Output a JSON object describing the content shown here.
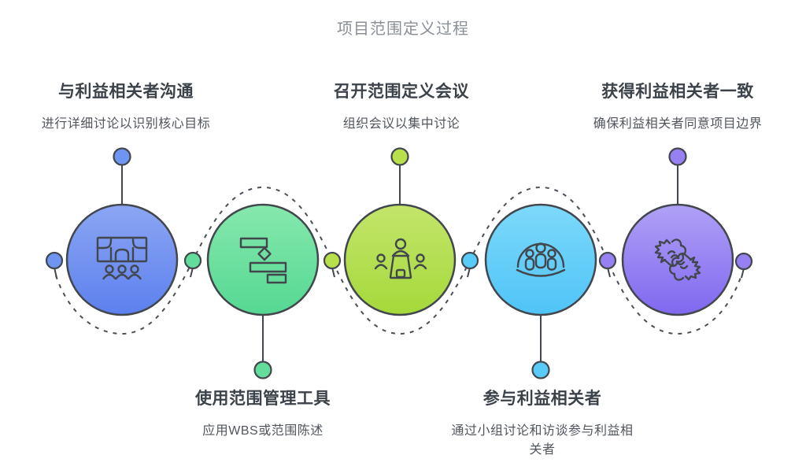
{
  "title": "项目范围定义过程",
  "colors": {
    "outline": "#42474E",
    "dashed_line": "#4A4F56",
    "title_text": "#8A9097",
    "heading_text": "#3C424A",
    "subtitle_text": "#50565E"
  },
  "steps": [
    {
      "heading": "与利益相关者沟通",
      "subtitle": "进行详细讨论以识别核心目标",
      "label_position": "top",
      "icon": "conference-room",
      "circle_top": "#8CA6F3",
      "circle_bottom": "#5C80EE",
      "dot": "#6D95F1"
    },
    {
      "heading": "使用范围管理工具",
      "subtitle": "应用WBS或范围陈述",
      "label_position": "bottom",
      "icon": "gantt-chart",
      "circle_top": "#86E8AD",
      "circle_bottom": "#55D892",
      "dot": "#63DD9B"
    },
    {
      "heading": "召开范围定义会议",
      "subtitle": "组织会议以集中讨论",
      "label_position": "top",
      "icon": "meeting-table",
      "circle_top": "#C3E56B",
      "circle_bottom": "#A5D93A",
      "dot": "#B8E04B"
    },
    {
      "heading": "参与利益相关者",
      "subtitle": "通过小组讨论和访谈参与利益相关者",
      "label_position": "bottom",
      "icon": "people-group",
      "circle_top": "#7DD9FA",
      "circle_bottom": "#4FC4F7",
      "dot": "#59CBF8"
    },
    {
      "heading": "获得利益相关者一致",
      "subtitle": "确保利益相关者同意项目边界",
      "label_position": "top",
      "icon": "fist-bump",
      "circle_top": "#B0A1F6",
      "circle_bottom": "#8068EF",
      "dot": "#9780F2"
    }
  ]
}
